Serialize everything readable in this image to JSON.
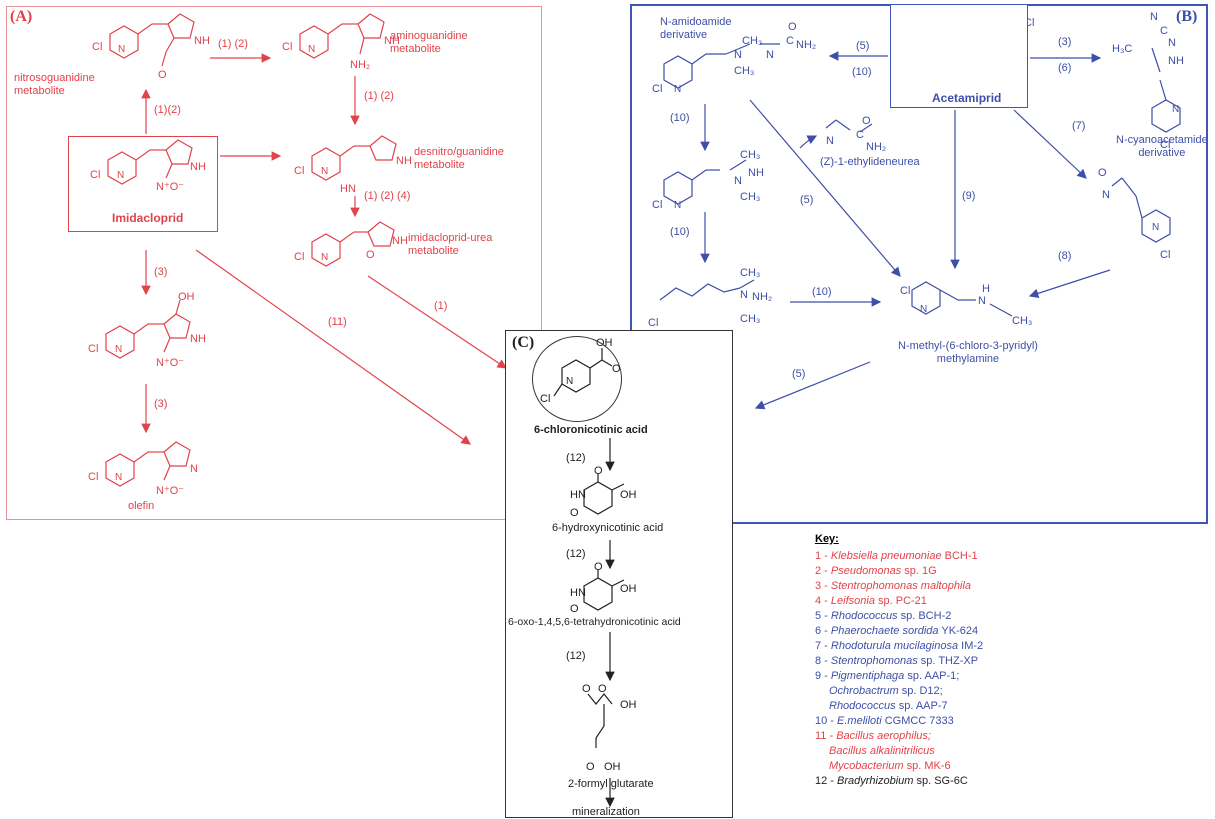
{
  "panels": {
    "a": "(A)",
    "b": "(B)",
    "c": "(C)"
  },
  "panel_a": {
    "nitrosoguanidine": [
      "nitrosoguanidine",
      "metabolite"
    ],
    "aminoguanidine": [
      "aminoguanidine",
      "metabolite"
    ],
    "desnitro": [
      "desnitro/guanidine",
      "metabolite"
    ],
    "urea": [
      "imidacloprid-urea",
      "metabolite"
    ],
    "imidacloprid": "Imidacloprid",
    "olefin": "olefin",
    "steps": {
      "top": "(1) (2)",
      "imi_up": "(1)(2)",
      "amino_down": "(1) (2)",
      "desnitro_down": "(1) (2) (4)",
      "imi_down": "(3)",
      "hydroxy_down": "(3)",
      "to_c_11": "(11)",
      "to_c_1": "(1)"
    }
  },
  "panel_b": {
    "amidoamide": [
      "N-amidoamide",
      "derivative"
    ],
    "acetamiprid": "Acetamiprid",
    "cyanoacetamide": [
      "N-cyanoacetamide",
      "derivative"
    ],
    "ethylideneurea": "(Z)-1-ethylideneurea",
    "methylamine": [
      "N-methyl-(6-chloro-3-pyridyl)",
      "methylamine"
    ],
    "steps": {
      "s5a": "(5)",
      "s10a": "(10)",
      "s3": "(3)",
      "s6": "(6)",
      "s10b": "(10)",
      "s7": "(7)",
      "s5b": "(5)",
      "s9": "(9)",
      "s10c": "(10)",
      "s8": "(8)",
      "s10d": "(10)",
      "s5c": "(5)"
    }
  },
  "panel_c": {
    "cna": "6-chloronicotinic acid",
    "hydroxy": "6-hydroxynicotinic acid",
    "oxo": "6-oxo-1,4,5,6-tetrahydronicotinic acid",
    "formyl": "2-formyl glutarate",
    "mineral": "mineralization",
    "steps": [
      "(12)",
      "(12)",
      "(12)"
    ]
  },
  "key": {
    "title": "Key:",
    "items": [
      {
        "num": "1 - ",
        "name": "Klebsiella pneumoniae",
        "strain": " BCH-1",
        "color": "#e2424a"
      },
      {
        "num": "2 - ",
        "name": "Pseudomonas",
        "strain": " sp. 1G",
        "color": "#e2424a"
      },
      {
        "num": "3 - ",
        "name": "Stentrophomonas maltophila",
        "strain": "",
        "color": "#e2424a"
      },
      {
        "num": "4 - ",
        "name": "Leifsonia",
        "strain": " sp. PC-21",
        "color": "#e2424a"
      },
      {
        "num": "5 - ",
        "name": "Rhodococcus",
        "strain": " sp. BCH-2",
        "color": "#3d4fa8"
      },
      {
        "num": "6 - ",
        "name": "Phaerochaete sordida",
        "strain": " YK-624",
        "color": "#3d4fa8"
      },
      {
        "num": "7 - ",
        "name": "Rhodoturula mucilaginosa",
        "strain": " IM-2",
        "color": "#3d4fa8"
      },
      {
        "num": "8 - ",
        "name": "Stentrophomonas",
        "strain": " sp. THZ-XP",
        "color": "#3d4fa8"
      },
      {
        "num": "9 - ",
        "name": "Pigmentiphaga",
        "strain": " sp. AAP-1;",
        "color": "#3d4fa8"
      },
      {
        "num": "",
        "name": "Ochrobactrum",
        "strain": " sp. D12;",
        "color": "#3d4fa8"
      },
      {
        "num": "",
        "name": "Rhodococcus",
        "strain": " sp. AAP-7",
        "color": "#3d4fa8"
      },
      {
        "num": "10 - ",
        "name": "E.meliloti",
        "strain": " CGMCC 7333",
        "color": "#3d4fa8"
      },
      {
        "num": "11 - ",
        "name": "Bacillus aerophilus;",
        "strain": "",
        "color": "#e2424a"
      },
      {
        "num": "",
        "name": "Bacillus alkalinitrilicus",
        "strain": "",
        "color": "#e2424a"
      },
      {
        "num": "",
        "name": "Mycobacterium",
        "strain": " sp. MK-6",
        "color": "#e2424a"
      },
      {
        "num": "12 - ",
        "name": "Bradyrhizobium",
        "strain": " sp. SG-6C",
        "color": "#222222"
      }
    ]
  },
  "colors": {
    "panel_a": "#e2424a",
    "panel_b": "#3d4fa8",
    "panel_c": "#222222"
  }
}
